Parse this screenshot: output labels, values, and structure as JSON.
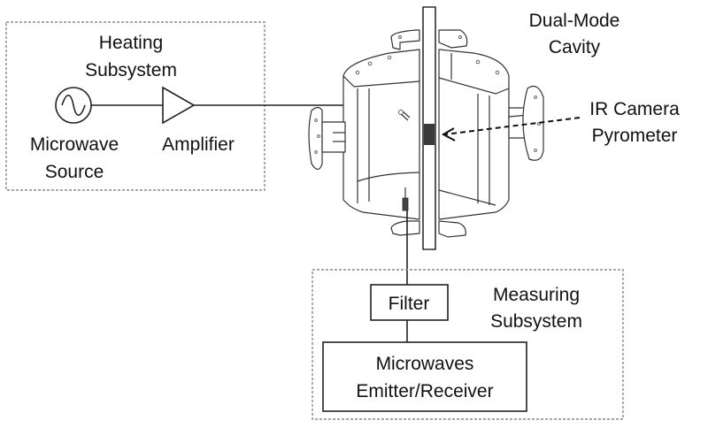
{
  "heating_subsystem": {
    "title_line1": "Heating",
    "title_line2": "Subsystem",
    "source_label_line1": "Microwave",
    "source_label_line2": "Source",
    "amplifier_label": "Amplifier",
    "source_icon": "ac-source-icon",
    "amplifier_icon": "amplifier-triangle-icon"
  },
  "cavity": {
    "label_line1": "Dual-Mode",
    "label_line2": "Cavity"
  },
  "sensor": {
    "label_line1": "IR Camera",
    "label_line2": "Pyrometer",
    "arrow_icon": "dashed-arrow-left-icon"
  },
  "measuring_subsystem": {
    "title_line1": "Measuring",
    "title_line2": "Subsystem",
    "filter_label": "Filter",
    "emitter_label_line1": "Microwaves",
    "emitter_label_line2": "Emitter/Receiver"
  }
}
